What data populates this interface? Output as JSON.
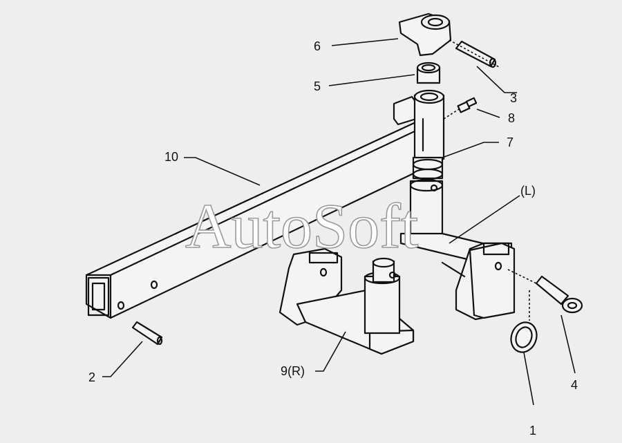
{
  "watermark": "AutoSoft",
  "callouts": [
    {
      "id": "1",
      "text": "1"
    },
    {
      "id": "2",
      "text": "2"
    },
    {
      "id": "3",
      "text": "3"
    },
    {
      "id": "4",
      "text": "4"
    },
    {
      "id": "5",
      "text": "5"
    },
    {
      "id": "6",
      "text": "6"
    },
    {
      "id": "7",
      "text": "7"
    },
    {
      "id": "8",
      "text": "8"
    },
    {
      "id": "9",
      "text": "9(R)"
    },
    {
      "id": "10",
      "text": "10"
    },
    {
      "id": "L",
      "text": "(L)"
    }
  ]
}
